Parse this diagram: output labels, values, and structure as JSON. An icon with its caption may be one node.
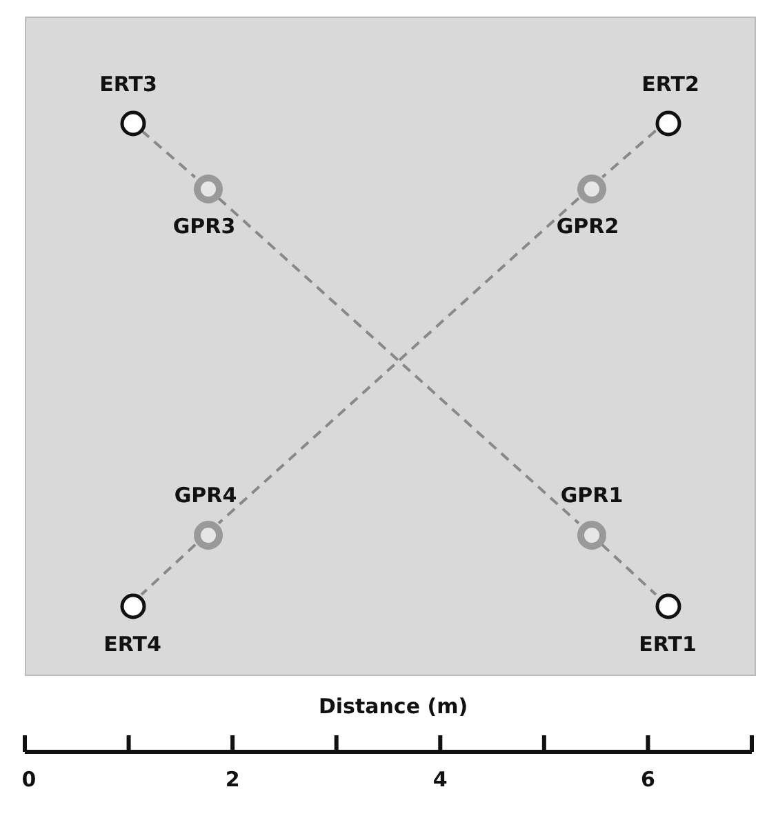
{
  "diagram": {
    "nodes": [
      {
        "text": [],
        "shape": "box"
      },
      {
        "text": [
          "ERT3"
        ],
        "in": 0
      },
      {
        "text": [
          "ERT2"
        ],
        "in": 0
      },
      {
        "text": [
          "GPR3"
        ],
        "in": 0
      },
      {
        "text": [
          "GPR2"
        ],
        "in": 0
      },
      {
        "text": [
          "GPR4"
        ],
        "in": 0
      },
      {
        "text": [
          "GPR1"
        ],
        "in": 0
      },
      {
        "text": [
          "ERT4"
        ],
        "in": 0
      },
      {
        "text": [
          "ERT1"
        ],
        "in": 0
      }
    ],
    "edges": [
      {
        "from": 1,
        "to": 3,
        "arrow": "none",
        "style": "dashed"
      },
      {
        "from": 3,
        "to": 6,
        "arrow": "none",
        "style": "dashed"
      },
      {
        "from": 6,
        "to": 8,
        "arrow": "none",
        "style": "dashed"
      },
      {
        "from": 2,
        "to": 4,
        "arrow": "none",
        "style": "dashed"
      },
      {
        "from": 4,
        "to": 5,
        "arrow": "none",
        "style": "dashed"
      },
      {
        "from": 5,
        "to": 7,
        "arrow": "none",
        "style": "dashed"
      }
    ],
    "labels": [
      "Distance (m)",
      "0",
      "2",
      "4",
      "6"
    ]
  }
}
